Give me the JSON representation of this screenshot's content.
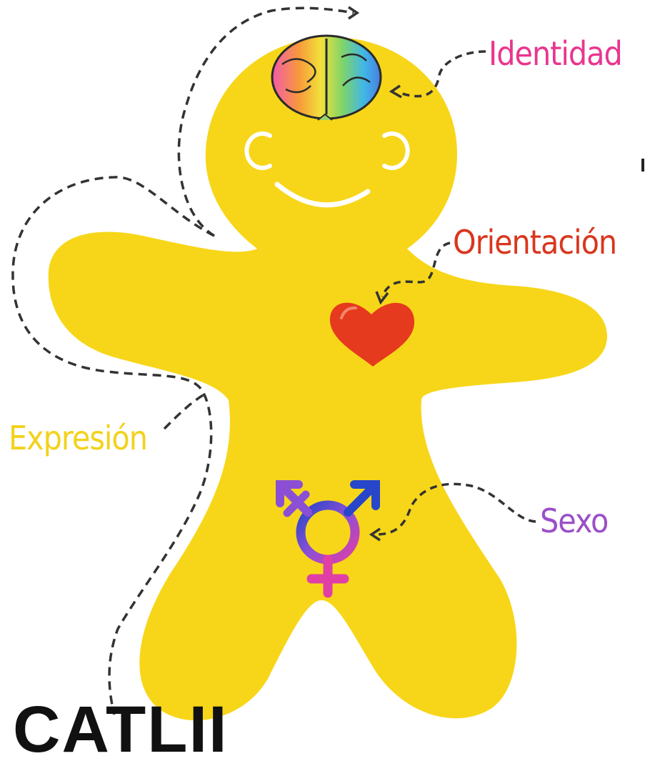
{
  "labels": {
    "identidad": "Identidad",
    "orientacion": "Orientación",
    "expresion": "Expresión",
    "sexo": "Sexo"
  },
  "bottom_text": "CATLII",
  "colors": {
    "body": "#F7D619",
    "identidad": "#E8368F",
    "orientacion": "#D9361E",
    "expresion": "#F2D21B",
    "sexo": "#9B4FC8",
    "heart": "#E53A1D",
    "symbol_blue": "#2746C9",
    "symbol_pink": "#E03FA6",
    "symbol_purple": "#8B4FD6",
    "dashes": "#333333"
  },
  "icons": [
    "brain-icon",
    "heart-icon",
    "transgender-symbol-icon"
  ]
}
